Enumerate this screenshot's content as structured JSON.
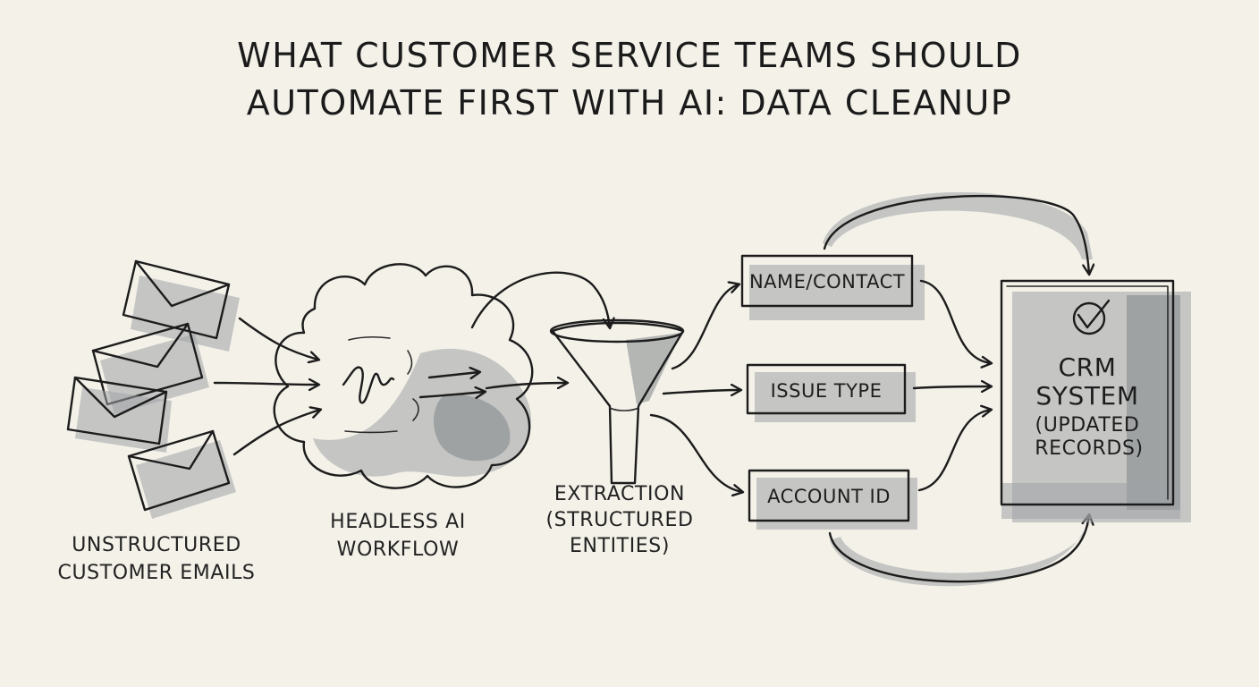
{
  "title": {
    "line1": "WHAT CUSTOMER SERVICE TEAMS SHOULD",
    "line2": "AUTOMATE FIRST WITH AI: DATA CLEANUP"
  },
  "stages": {
    "emails": {
      "line1": "UNSTRUCTURED",
      "line2": "CUSTOMER EMAILS",
      "icon": "envelope-icon"
    },
    "workflow": {
      "line1": "HEADLESS AI",
      "line2": "WORKFLOW",
      "icon": "cloud-icon"
    },
    "extraction": {
      "line1": "EXTRACTION",
      "line2": "(STRUCTURED",
      "line3": "ENTITIES)",
      "icon": "funnel-icon"
    }
  },
  "entities": [
    {
      "label": "NAME/CONTACT"
    },
    {
      "label": "ISSUE TYPE"
    },
    {
      "label": "ACCOUNT ID"
    }
  ],
  "crm": {
    "line1": "CRM",
    "line2": "SYSTEM",
    "line3": "(UPDATED",
    "line4": "RECORDS)",
    "icon": "checkmark-icon"
  },
  "colors": {
    "background": "#f3f1e8",
    "ink": "#1c1c1c",
    "wash": "#9ea3a6"
  }
}
